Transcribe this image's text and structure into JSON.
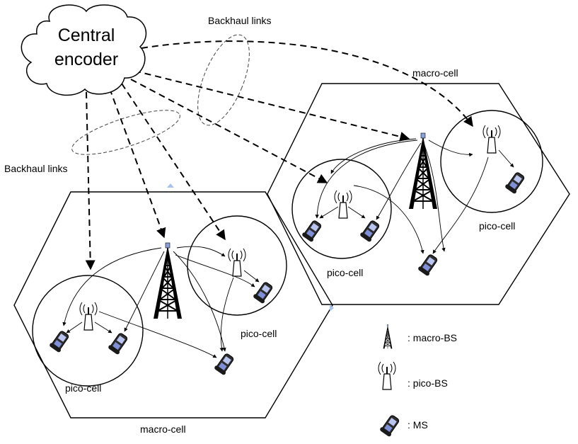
{
  "encoder": {
    "line1": "Central",
    "line2": "encoder"
  },
  "backhaul_labels": [
    "Backhaul links",
    "Backhaul links"
  ],
  "macro_cell_labels": [
    "macro-cell",
    "macro-cell"
  ],
  "pico_cell_labels": [
    "pico-cell",
    "pico-cell",
    "pico-cell",
    "pico-cell"
  ],
  "legend": {
    "macro_bs": ": macro-BS",
    "pico_bs": ": pico-BS",
    "ms": ": MS"
  }
}
